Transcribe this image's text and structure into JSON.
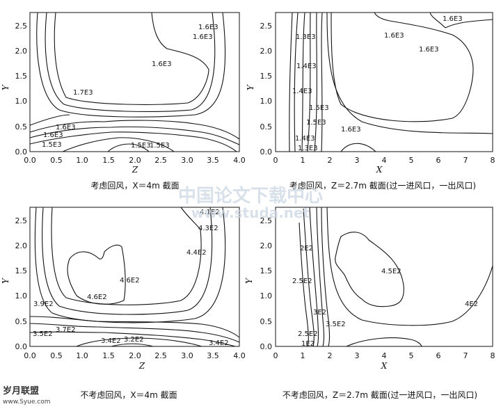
{
  "panels": [
    {
      "id": "a",
      "xlabel": "Z",
      "ylabel": "Y",
      "x_ticks": [
        "0.0",
        "0.5",
        "1.0",
        "1.5",
        "2.0",
        "2.5",
        "3.0",
        "3.5",
        "4.0"
      ],
      "y_ticks": [
        "0.0",
        "0.5",
        "1.0",
        "1.5",
        "2.0",
        "2.5"
      ],
      "xlim": [
        0,
        4
      ],
      "ylim": [
        0,
        2.75
      ],
      "caption": "考虑回风，X＝4m 截面",
      "contour_labels": [
        "1.6E3",
        "1.6E3",
        "1.6E3",
        "1.7E3",
        "1.6E3",
        "1.6E3",
        "1.5E3",
        "1.5E3",
        "1.5E3"
      ]
    },
    {
      "id": "b",
      "xlabel": "X",
      "ylabel": "Y",
      "x_ticks": [
        "0",
        "1",
        "2",
        "3",
        "4",
        "5",
        "6",
        "7",
        "8"
      ],
      "y_ticks": [
        "0.0",
        "0.5",
        "1.0",
        "1.5",
        "2.0",
        "2.5"
      ],
      "xlim": [
        0,
        8
      ],
      "ylim": [
        0,
        2.75
      ],
      "caption": "考虑回风，Z＝2.7m 截面(过一进风口，一出风口)",
      "contour_labels": [
        "1.3E3",
        "1.4E3",
        "1.4E3",
        "1.5E3",
        "1.5E3",
        "1.6E3",
        "1.6E3",
        "1.6E3",
        "1.6E3",
        "1.4E3",
        "1.3E3"
      ]
    },
    {
      "id": "c",
      "xlabel": "Z",
      "ylabel": "Y",
      "x_ticks": [
        "0.0",
        "0.5",
        "1.0",
        "1.5",
        "2.0",
        "2.5",
        "3.0",
        "3.5",
        "4.0"
      ],
      "y_ticks": [
        "0.0",
        "0.5",
        "1.0",
        "1.5",
        "2.0",
        "2.5"
      ],
      "xlim": [
        0,
        4
      ],
      "ylim": [
        0,
        2.75
      ],
      "caption": "不考虑回风，X＝4m 截面",
      "contour_labels": [
        "4.1E2",
        "4.3E2",
        "4.4E2",
        "4.6E2",
        "4.6E2",
        "3.9E2",
        "3.7E2",
        "3.5E2",
        "3.4E2",
        "3.2E2",
        "3.4E2"
      ]
    },
    {
      "id": "d",
      "xlabel": "X",
      "ylabel": "Y",
      "x_ticks": [
        "0",
        "1",
        "2",
        "3",
        "4",
        "5",
        "6",
        "7",
        "8"
      ],
      "y_ticks": [
        "0.0",
        "0.5",
        "1.0",
        "1.5",
        "2.0",
        "2.5"
      ],
      "xlim": [
        0,
        8
      ],
      "ylim": [
        0,
        2.75
      ],
      "caption": "不考虑回风，Z＝2.7m 截面(过一进风口，一出风口)",
      "contour_labels": [
        "2E2",
        "2.5E2",
        "3E2",
        "3.5E2",
        "4.5E2",
        "4E2",
        "2.5E2",
        "1E2"
      ]
    }
  ],
  "watermark": {
    "line1": "中国论文下载中心",
    "line2": "www.studa.net"
  },
  "logo": {
    "text": "岁月联盟",
    "url": "www.Syue.com"
  }
}
